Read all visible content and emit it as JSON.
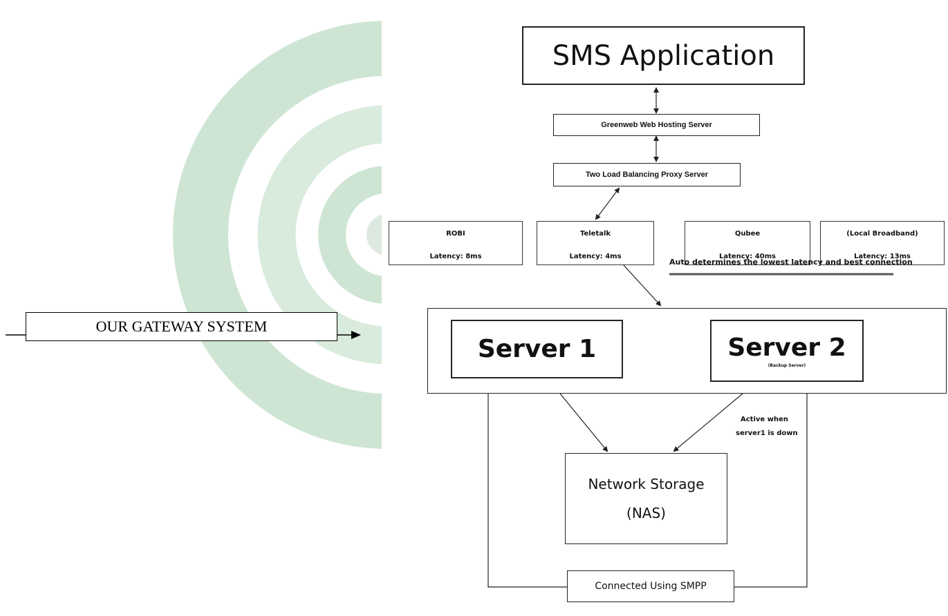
{
  "gateway": {
    "label": "OUR GATEWAY SYSTEM"
  },
  "nodes": {
    "sms_app": "SMS Application",
    "web_hosting": "Greenweb Web Hosting Server",
    "proxy": "Two Load Balancing Proxy Server",
    "server1": "Server 1",
    "server2": "Server 2",
    "server2_sub": "(Backup Server)",
    "nas_line1": "Network Storage",
    "nas_line2": "(NAS)",
    "smpp": "Connected Using SMPP"
  },
  "isps": [
    {
      "name": "ROBI",
      "latency": "Latency: 8ms"
    },
    {
      "name": "Teletalk",
      "latency": "Latency: 4ms"
    },
    {
      "name": "Qubee",
      "latency": "Latency: 40ms"
    },
    {
      "name": "(Local Broadband)",
      "latency": "Latency: 13ms"
    }
  ],
  "notes": {
    "auto": "Auto determines the lowest latency and best connection",
    "active1": "Active when",
    "active2": "server1 is down"
  },
  "colors": {
    "watermark": "#cfe5d4",
    "watermark_light": "#e3f1e6",
    "line": "#222222"
  }
}
